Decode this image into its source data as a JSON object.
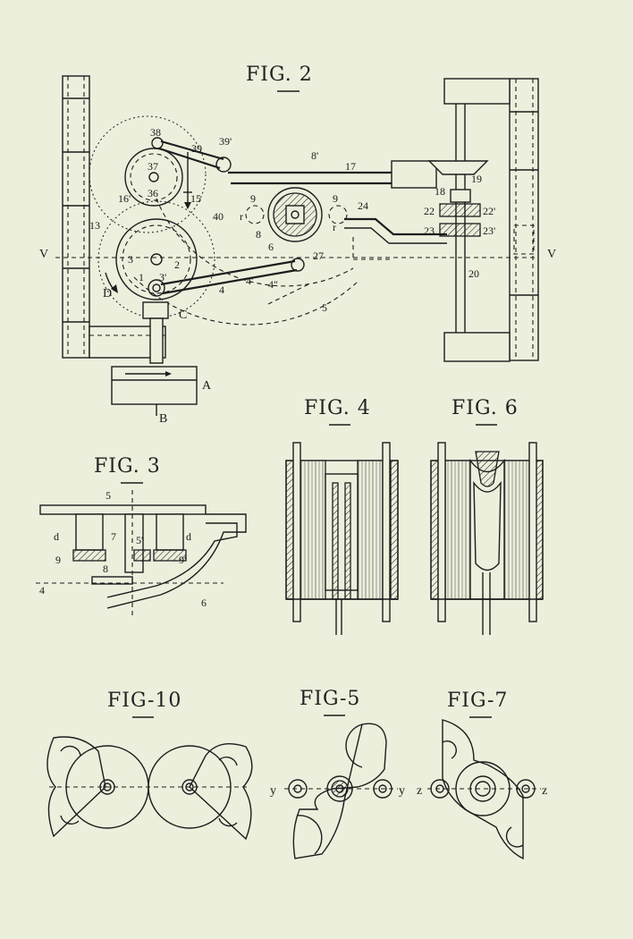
{
  "figures": {
    "fig2": {
      "caption": "FIG. 2",
      "labels": {
        "l38": "38",
        "l39": "39",
        "l39p": "39'",
        "l37": "37",
        "l36": "36",
        "l16p": "16'",
        "l15": "15",
        "l13": "13",
        "l40": "40",
        "l3": "3",
        "l1": "1",
        "l2": "2",
        "l3p": "3'",
        "lD": "D",
        "lC": "C",
        "lV1": "V",
        "lV2": "V",
        "l8p": "8'",
        "l17": "17",
        "l9a": "9",
        "l9b": "9",
        "lr1": "r",
        "lr2": "r",
        "l8": "8",
        "l6": "6",
        "l27": "27",
        "l24": "24",
        "l4": "4",
        "l4p": "4'",
        "l4pp": "4\"",
        "l5": "5",
        "l19": "19",
        "l18": "18",
        "l22": "22",
        "l22p": "22'",
        "l23": "23",
        "l23p": "23'",
        "l20": "20",
        "lA": "A",
        "lB": "B"
      }
    },
    "fig3": {
      "caption": "FIG. 3",
      "labels": {
        "l5": "5",
        "ld1": "d",
        "ld2": "d",
        "l7": "7",
        "l5p": "5'",
        "l9": "9",
        "l9p": "9'",
        "l8": "8",
        "l4": "4",
        "l6": "6"
      }
    },
    "fig4": {
      "caption": "FIG. 4"
    },
    "fig6": {
      "caption": "FIG. 6"
    },
    "fig10": {
      "caption": "FIG-10"
    },
    "fig5": {
      "caption": "FIG-5",
      "labels": {
        "ly1": "y",
        "ly2": "y"
      }
    },
    "fig7": {
      "caption": "FIG-7",
      "labels": {
        "lz1": "z",
        "lz2": "z"
      }
    }
  }
}
